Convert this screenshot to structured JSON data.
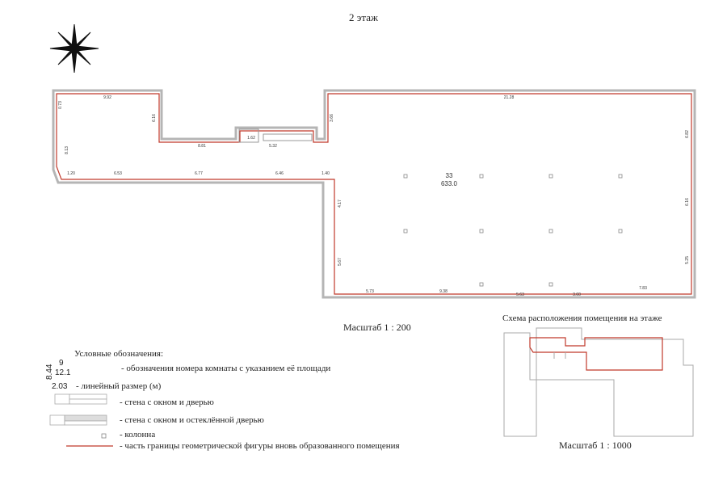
{
  "floor_title": "2 этаж",
  "room": {
    "number": "33",
    "area": "633.0"
  },
  "dimensions": {
    "d1": "9.92",
    "d2": "6.16",
    "d3": "8.81",
    "d4": "1.62",
    "d5": "5.32",
    "d6": "3.66",
    "d7": "21.28",
    "d8": "6.82",
    "d9": "6.16",
    "d10": "5.25",
    "d11": "7.83",
    "d12": "3.60",
    "d13": "5.63",
    "d14": "9.38",
    "d15": "5.73",
    "d16": "5.67",
    "d17": "4.17",
    "d18": "1.40",
    "d19": "6.46",
    "d20": "6.77",
    "d21": "6.53",
    "d22": "1.20",
    "d23": "8.13",
    "d24": "0.73"
  },
  "scale_main": "Масштаб 1 : 200",
  "scheme": {
    "title": "Схема расположения помещения на этаже",
    "scale": "Масштаб 1 : 1000"
  },
  "legend": {
    "heading": "Условные обозначения:",
    "sample_room_number": "9",
    "sample_room_area": "12.1",
    "sample_dim_top": "8.44",
    "sample_dim_bottom": "2.03",
    "items": [
      "- обозначения номера комнаты с указанием её площади",
      "- линейный размер (м)",
      "- стена с окном и дверью",
      "- стена с окном и остеклённой дверью",
      "- колонна",
      "- часть границы геометрической фигуры вновь образованного помещения"
    ]
  },
  "colors": {
    "boundary": "#c0392b",
    "wall": "#b5b5b5",
    "dimension": "#555555"
  }
}
